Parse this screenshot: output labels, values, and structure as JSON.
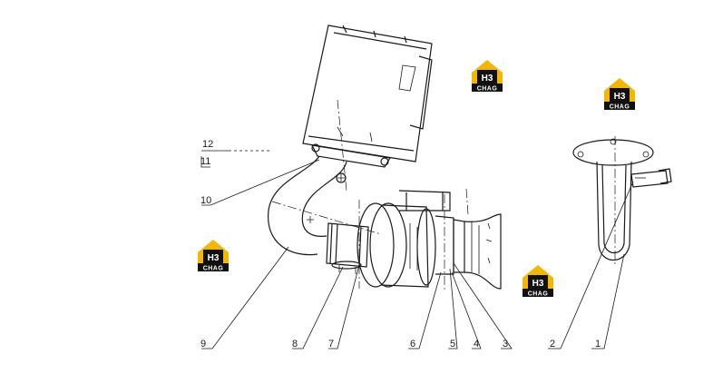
{
  "diagram": {
    "callouts": [
      "1",
      "2",
      "3",
      "4",
      "5",
      "6",
      "7",
      "8",
      "9",
      "10",
      "11",
      "12"
    ]
  },
  "watermark": {
    "mark": "H3",
    "text": "CHAG",
    "colors": {
      "house": "#f2b705",
      "badge": "#111111"
    }
  }
}
